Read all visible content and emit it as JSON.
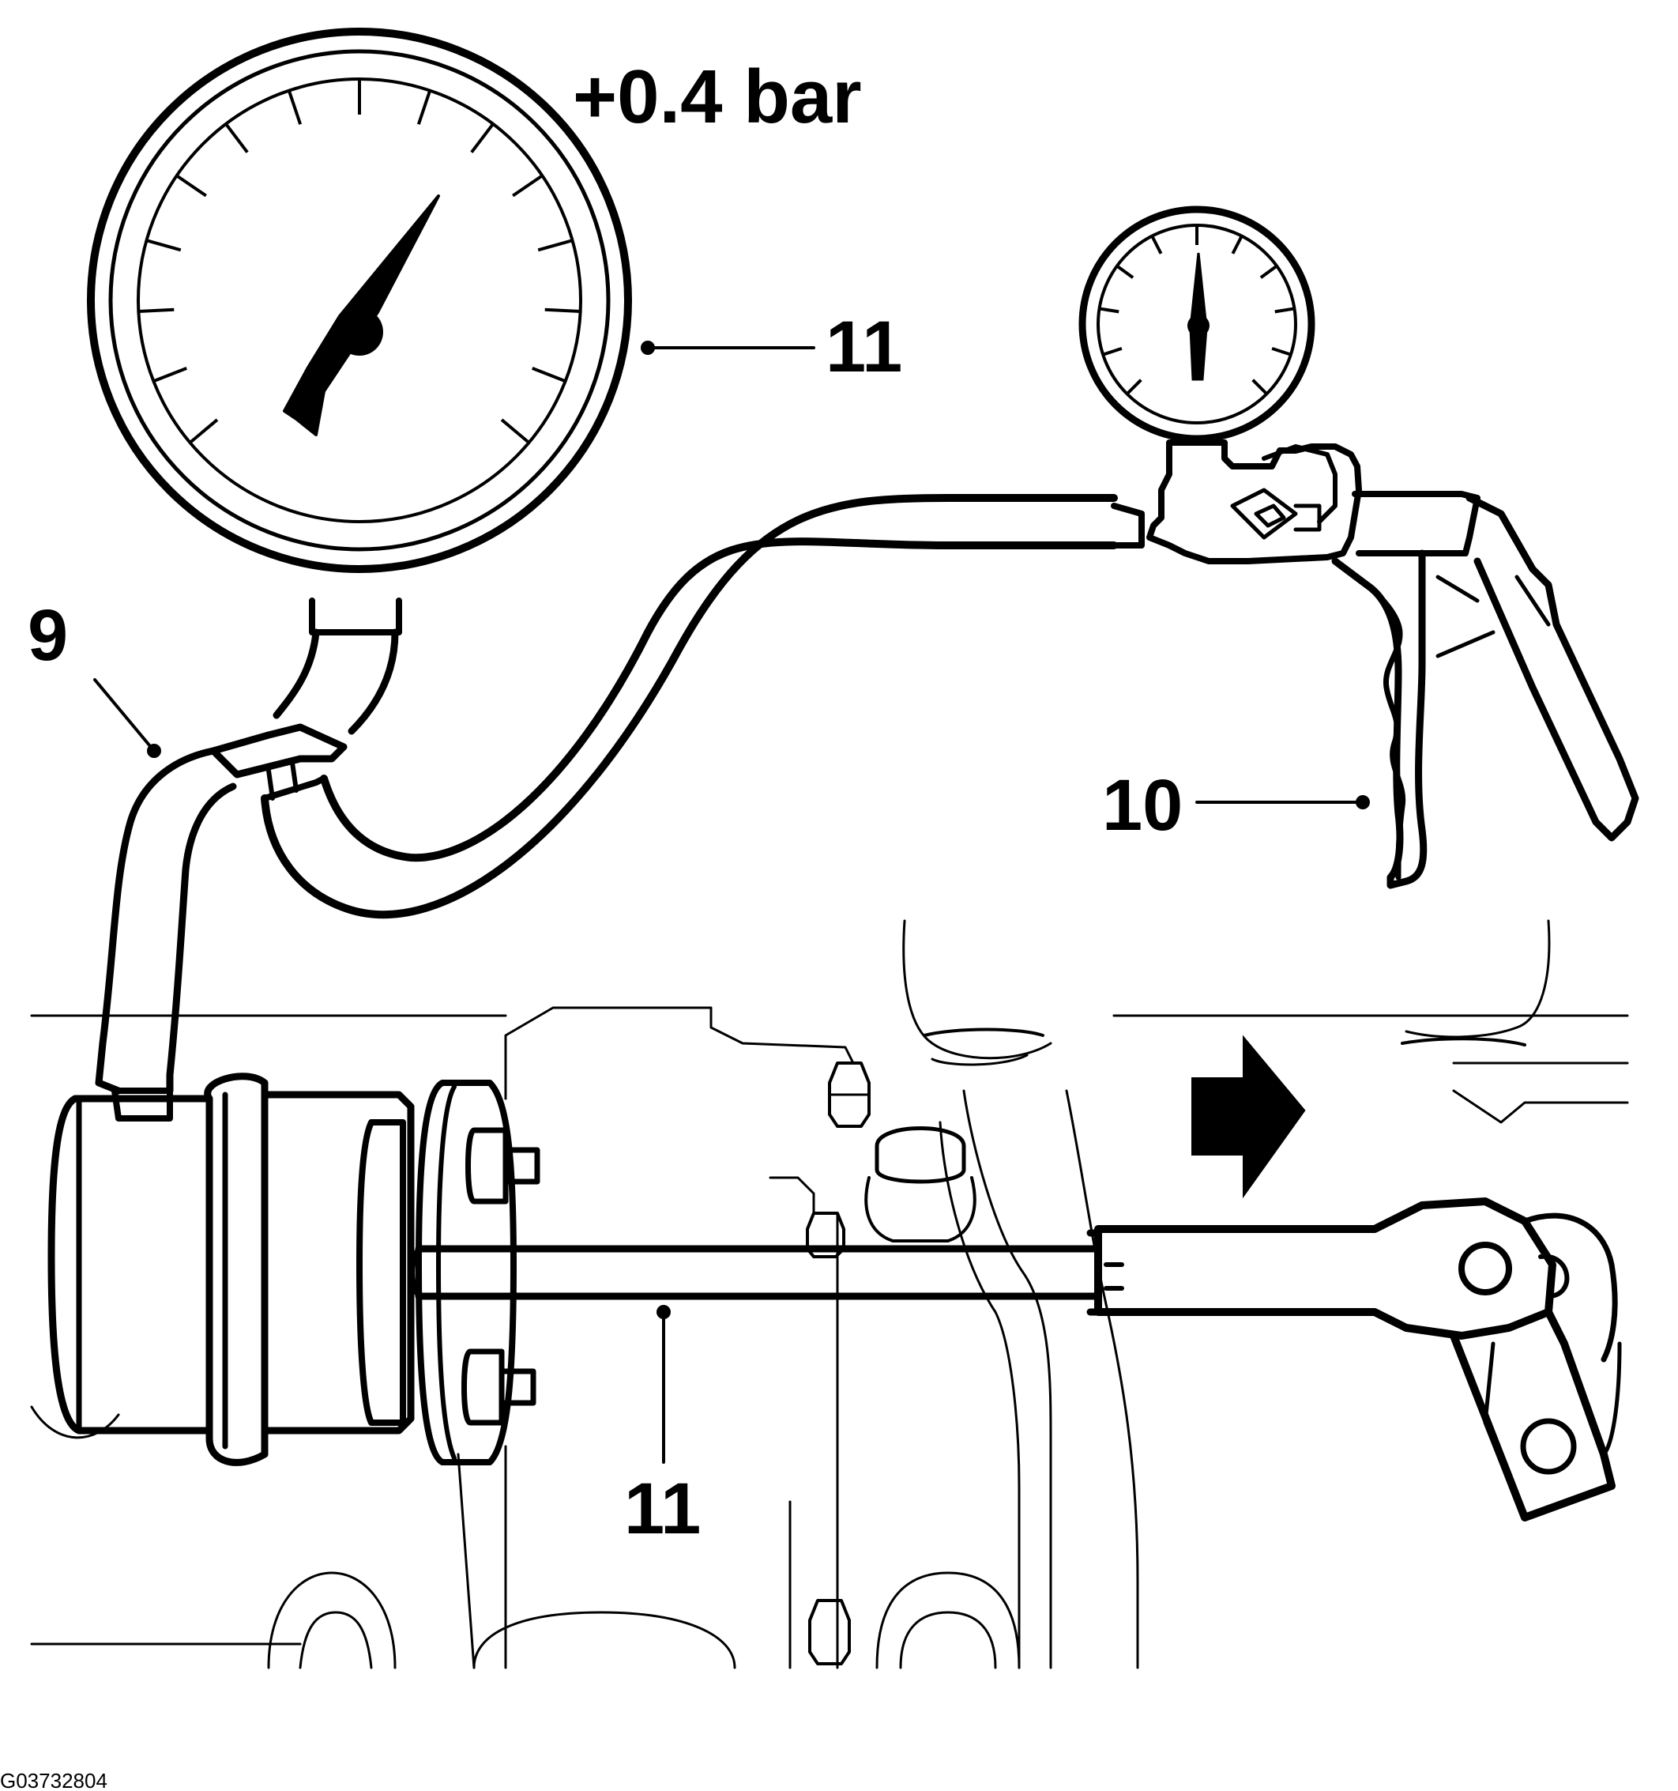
{
  "caption": "+0.4 bar",
  "callouts": {
    "gauge_large": "11",
    "hose_connector": "9",
    "hand_pump": "10",
    "adapter_rod": "11"
  },
  "figure_id": "G03732804"
}
